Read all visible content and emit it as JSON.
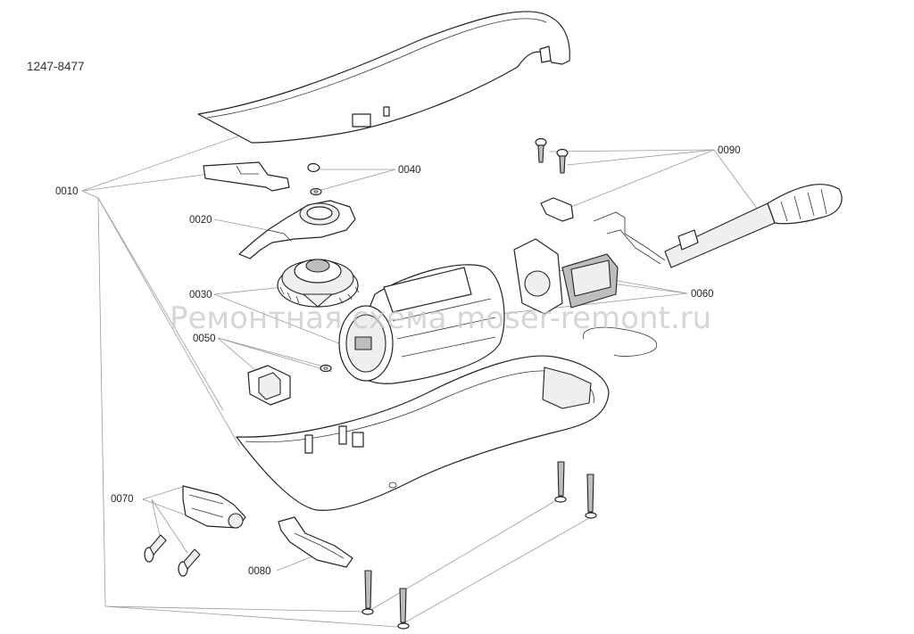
{
  "diagram": {
    "doc_code": "1247-8477",
    "watermark": "Ремонтная схема moser-remont.ru",
    "labels": {
      "p0010": "0010",
      "p0020": "0020",
      "p0030": "0030",
      "p0040": "0040",
      "p0050": "0050",
      "p0060": "0060",
      "p0070": "0070",
      "p0080": "0080",
      "p0090": "0090"
    }
  }
}
